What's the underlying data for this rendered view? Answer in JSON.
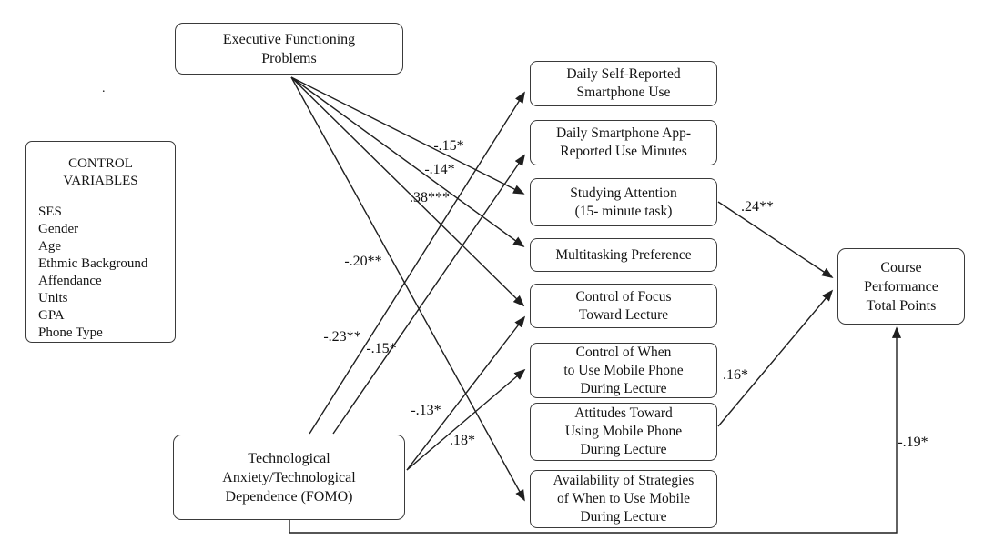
{
  "colors": {
    "ink": "#1f1f1f",
    "background": "#ffffff"
  },
  "stray_dot": ".",
  "boxes": {
    "efp": {
      "lines": [
        "Executive Functioning",
        "Problems"
      ]
    },
    "control_variables": {
      "title_lines": [
        "CONTROL",
        "VARIABLES"
      ],
      "items": [
        "SES",
        "Gender",
        "Age",
        "Ethmic Background",
        "Affendance",
        "Units",
        "GPA",
        "Phone Type"
      ]
    },
    "fomo": {
      "lines": [
        "Technological",
        "Anxiety/Technological",
        "Dependence (FOMO)"
      ]
    },
    "mediators": [
      {
        "lines": [
          "Daily Self-Reported",
          "Smartphone Use"
        ]
      },
      {
        "lines": [
          "Daily Smartphone App-",
          "Reported Use Minutes"
        ]
      },
      {
        "lines": [
          "Studying Attention",
          "(15- minute task)"
        ]
      },
      {
        "lines": [
          "Multitasking Preference"
        ]
      },
      {
        "lines": [
          "Control of Focus",
          "Toward Lecture"
        ]
      },
      {
        "lines": [
          "Control of When",
          "to Use Mobile Phone",
          "During Lecture"
        ]
      },
      {
        "lines": [
          "Attitudes Toward",
          "Using Mobile Phone",
          "During Lecture"
        ]
      },
      {
        "lines": [
          "Availability of Strategies",
          "of When to Use Mobile",
          "During Lecture"
        ]
      }
    ],
    "outcome": {
      "lines": [
        "Course",
        "Performance",
        "Total Points"
      ]
    }
  },
  "coefficients": [
    {
      "path": "efp-to-studying-attention",
      "label": "-.15*"
    },
    {
      "path": "efp-to-multitasking-preference",
      "label": "-.14*"
    },
    {
      "path": "efp-to-control-of-focus",
      "label": ".38***"
    },
    {
      "path": "efp-to-availability-of-strategies",
      "label": "-.20**"
    },
    {
      "path": "fomo-to-daily-self-reported-use",
      "label": "-.23**"
    },
    {
      "path": "fomo-to-app-reported-minutes",
      "label": "-.15*"
    },
    {
      "path": "fomo-to-control-of-focus",
      "label": "-.13*"
    },
    {
      "path": "fomo-to-control-of-when",
      "label": ".18*"
    },
    {
      "path": "studying-attention-to-course-performance",
      "label": ".24**"
    },
    {
      "path": "attitudes-to-course-performance",
      "label": ".16*"
    },
    {
      "path": "fomo-to-course-performance",
      "label": "-.19*"
    }
  ]
}
